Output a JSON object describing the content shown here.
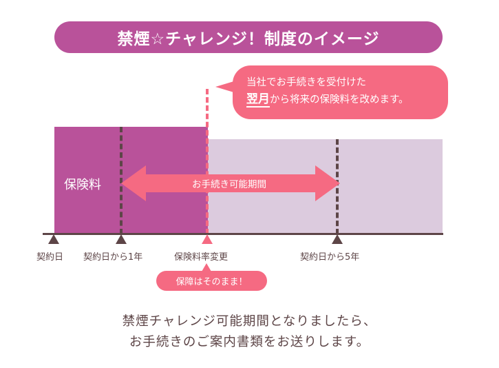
{
  "title": "禁煙☆チャレンジ！制度のイメージ",
  "bubble": {
    "line1": "当社でお手続きを受付けた",
    "line2_strong": "翌月",
    "line2_rest": "から将来の保険料を改めます。"
  },
  "bar_label": "保険料",
  "arrow_label": "お手続き可能期間",
  "ticks": {
    "contract_date": "契約日",
    "one_year": "契約日から1年",
    "rate_change": "保険料率変更",
    "five_years": "契約日から5年"
  },
  "note": "保障はそのまま！",
  "footer": {
    "line1": "禁煙チャレンジ可能期間となりましたら、",
    "line2": "お手続きのご案内書類をお送りします。"
  },
  "colors": {
    "magenta": "#b9529a",
    "pink": "#f56a82",
    "lavender": "#dccbde",
    "brown": "#5d4547"
  }
}
